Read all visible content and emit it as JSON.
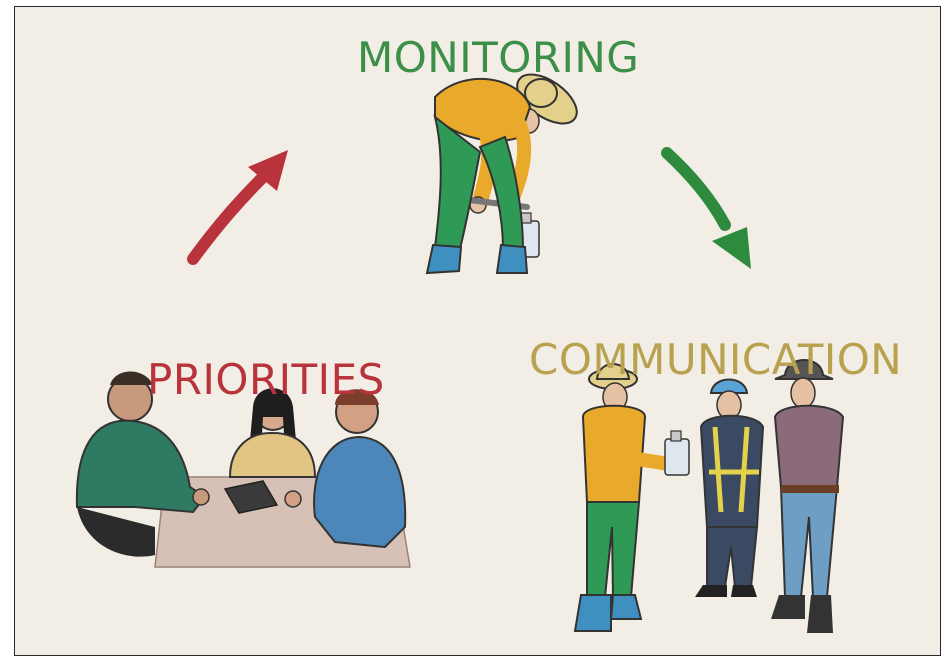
{
  "labels": {
    "monitoring": "MONITORING",
    "priorities": "PRIORITIES",
    "communication": "COMMUNICATION"
  },
  "colors": {
    "background": "#f3eee5",
    "monitoring": "#3b8f49",
    "priorities": "#b8333b",
    "communication": "#b9a24f",
    "arrow_red": "#b8333b",
    "arrow_green": "#2e8b3e"
  },
  "icons": {
    "monitoring": "farmer-sampling-water-icon",
    "priorities": "people-meeting-at-table-icon",
    "communication": "workers-talking-icon"
  }
}
